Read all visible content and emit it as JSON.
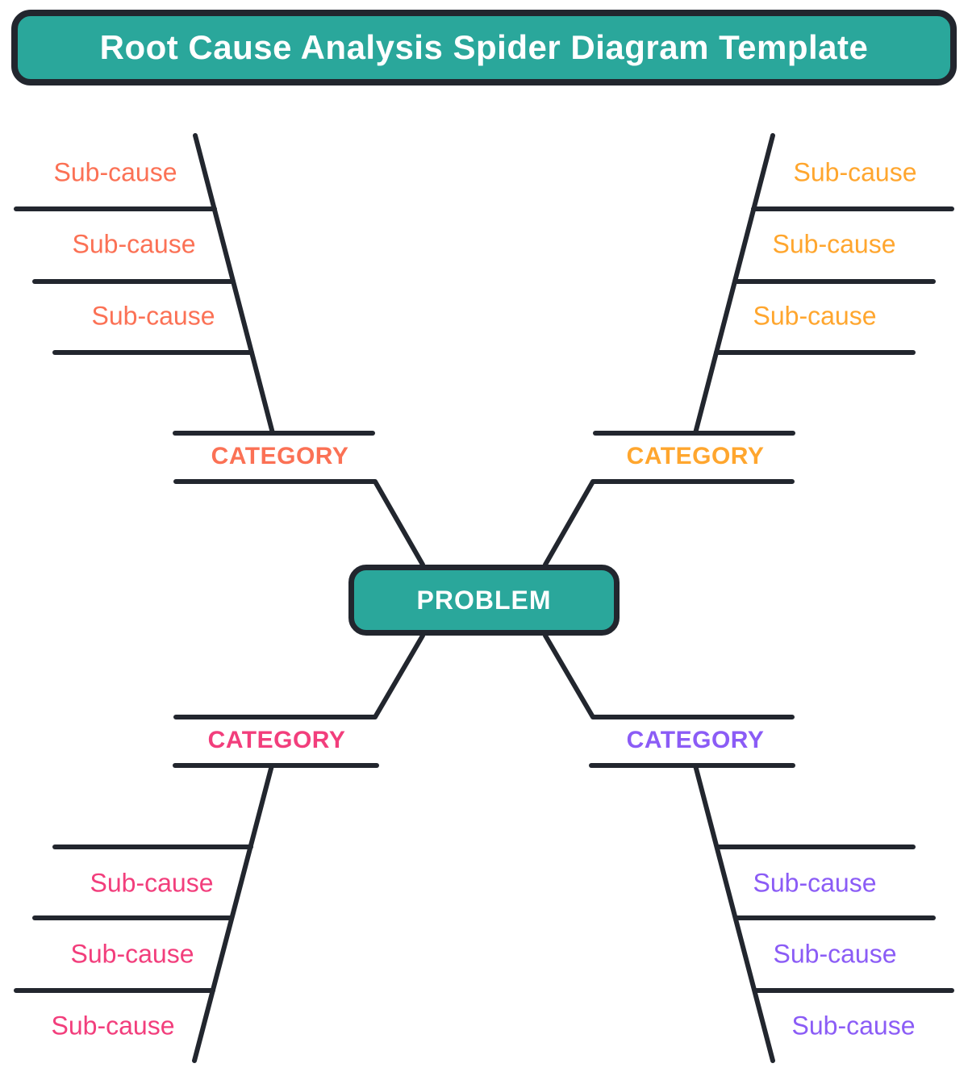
{
  "title": "Root Cause Analysis Spider Diagram Template",
  "problem": {
    "label": "PROBLEM"
  },
  "colors": {
    "teal": "#2AA79B",
    "line": "#22262E",
    "white": "#FFFFFF",
    "coral": "#FB7155",
    "amber": "#FFA62E",
    "pink": "#F23E7C",
    "purple": "#8B5CF6"
  },
  "branches": [
    {
      "id": "top-left",
      "category": "CATEGORY",
      "color": "#FB7155",
      "sub_causes": [
        "Sub-cause",
        "Sub-cause",
        "Sub-cause"
      ]
    },
    {
      "id": "top-right",
      "category": "CATEGORY",
      "color": "#FFA62E",
      "sub_causes": [
        "Sub-cause",
        "Sub-cause",
        "Sub-cause"
      ]
    },
    {
      "id": "bottom-left",
      "category": "CATEGORY",
      "color": "#F23E7C",
      "sub_causes": [
        "Sub-cause",
        "Sub-cause",
        "Sub-cause"
      ]
    },
    {
      "id": "bottom-right",
      "category": "CATEGORY",
      "color": "#8B5CF6",
      "sub_causes": [
        "Sub-cause",
        "Sub-cause",
        "Sub-cause"
      ]
    }
  ]
}
